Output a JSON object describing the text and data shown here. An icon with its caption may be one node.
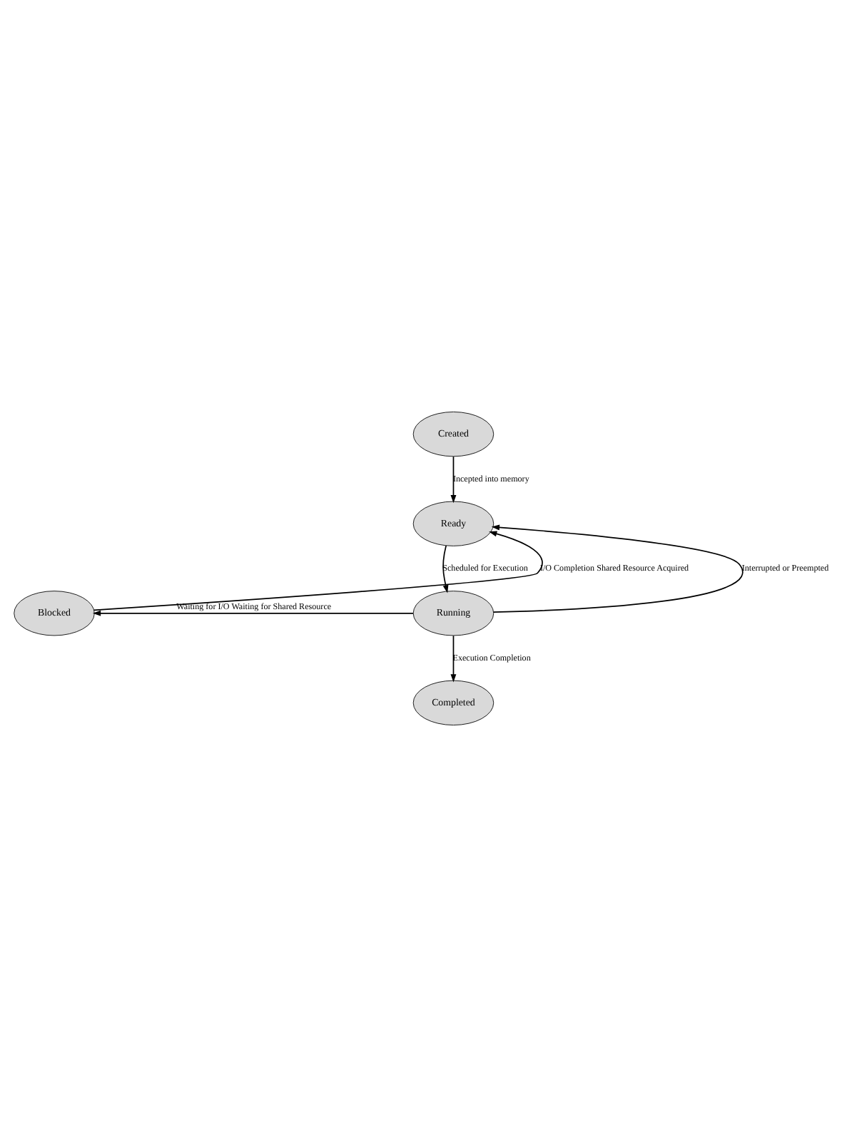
{
  "diagram": {
    "nodes": [
      {
        "text": [
          "Created"
        ]
      },
      {
        "text": [
          "Ready"
        ]
      },
      {
        "text": [
          "Blocked"
        ]
      },
      {
        "text": [
          "Running"
        ]
      },
      {
        "text": [
          "Completed"
        ]
      }
    ],
    "edges": [
      {
        "from": 0,
        "to": 1,
        "arrow": "to",
        "label": "Incepted into memory"
      },
      {
        "from": 2,
        "to": 1,
        "arrow": "to",
        "label": "I/O Completion Shared Resource Acquired"
      },
      {
        "from": 1,
        "to": 3,
        "arrow": "to",
        "label": "Scheduled for Execution"
      },
      {
        "from": 3,
        "to": 1,
        "arrow": "to",
        "label": "Interrupted or Preempted"
      },
      {
        "from": 3,
        "to": 2,
        "arrow": "to",
        "label": "Waiting for I/O Waiting for Shared Resource"
      },
      {
        "from": 3,
        "to": 4,
        "arrow": "to",
        "label": "Execution Completion"
      }
    ]
  }
}
